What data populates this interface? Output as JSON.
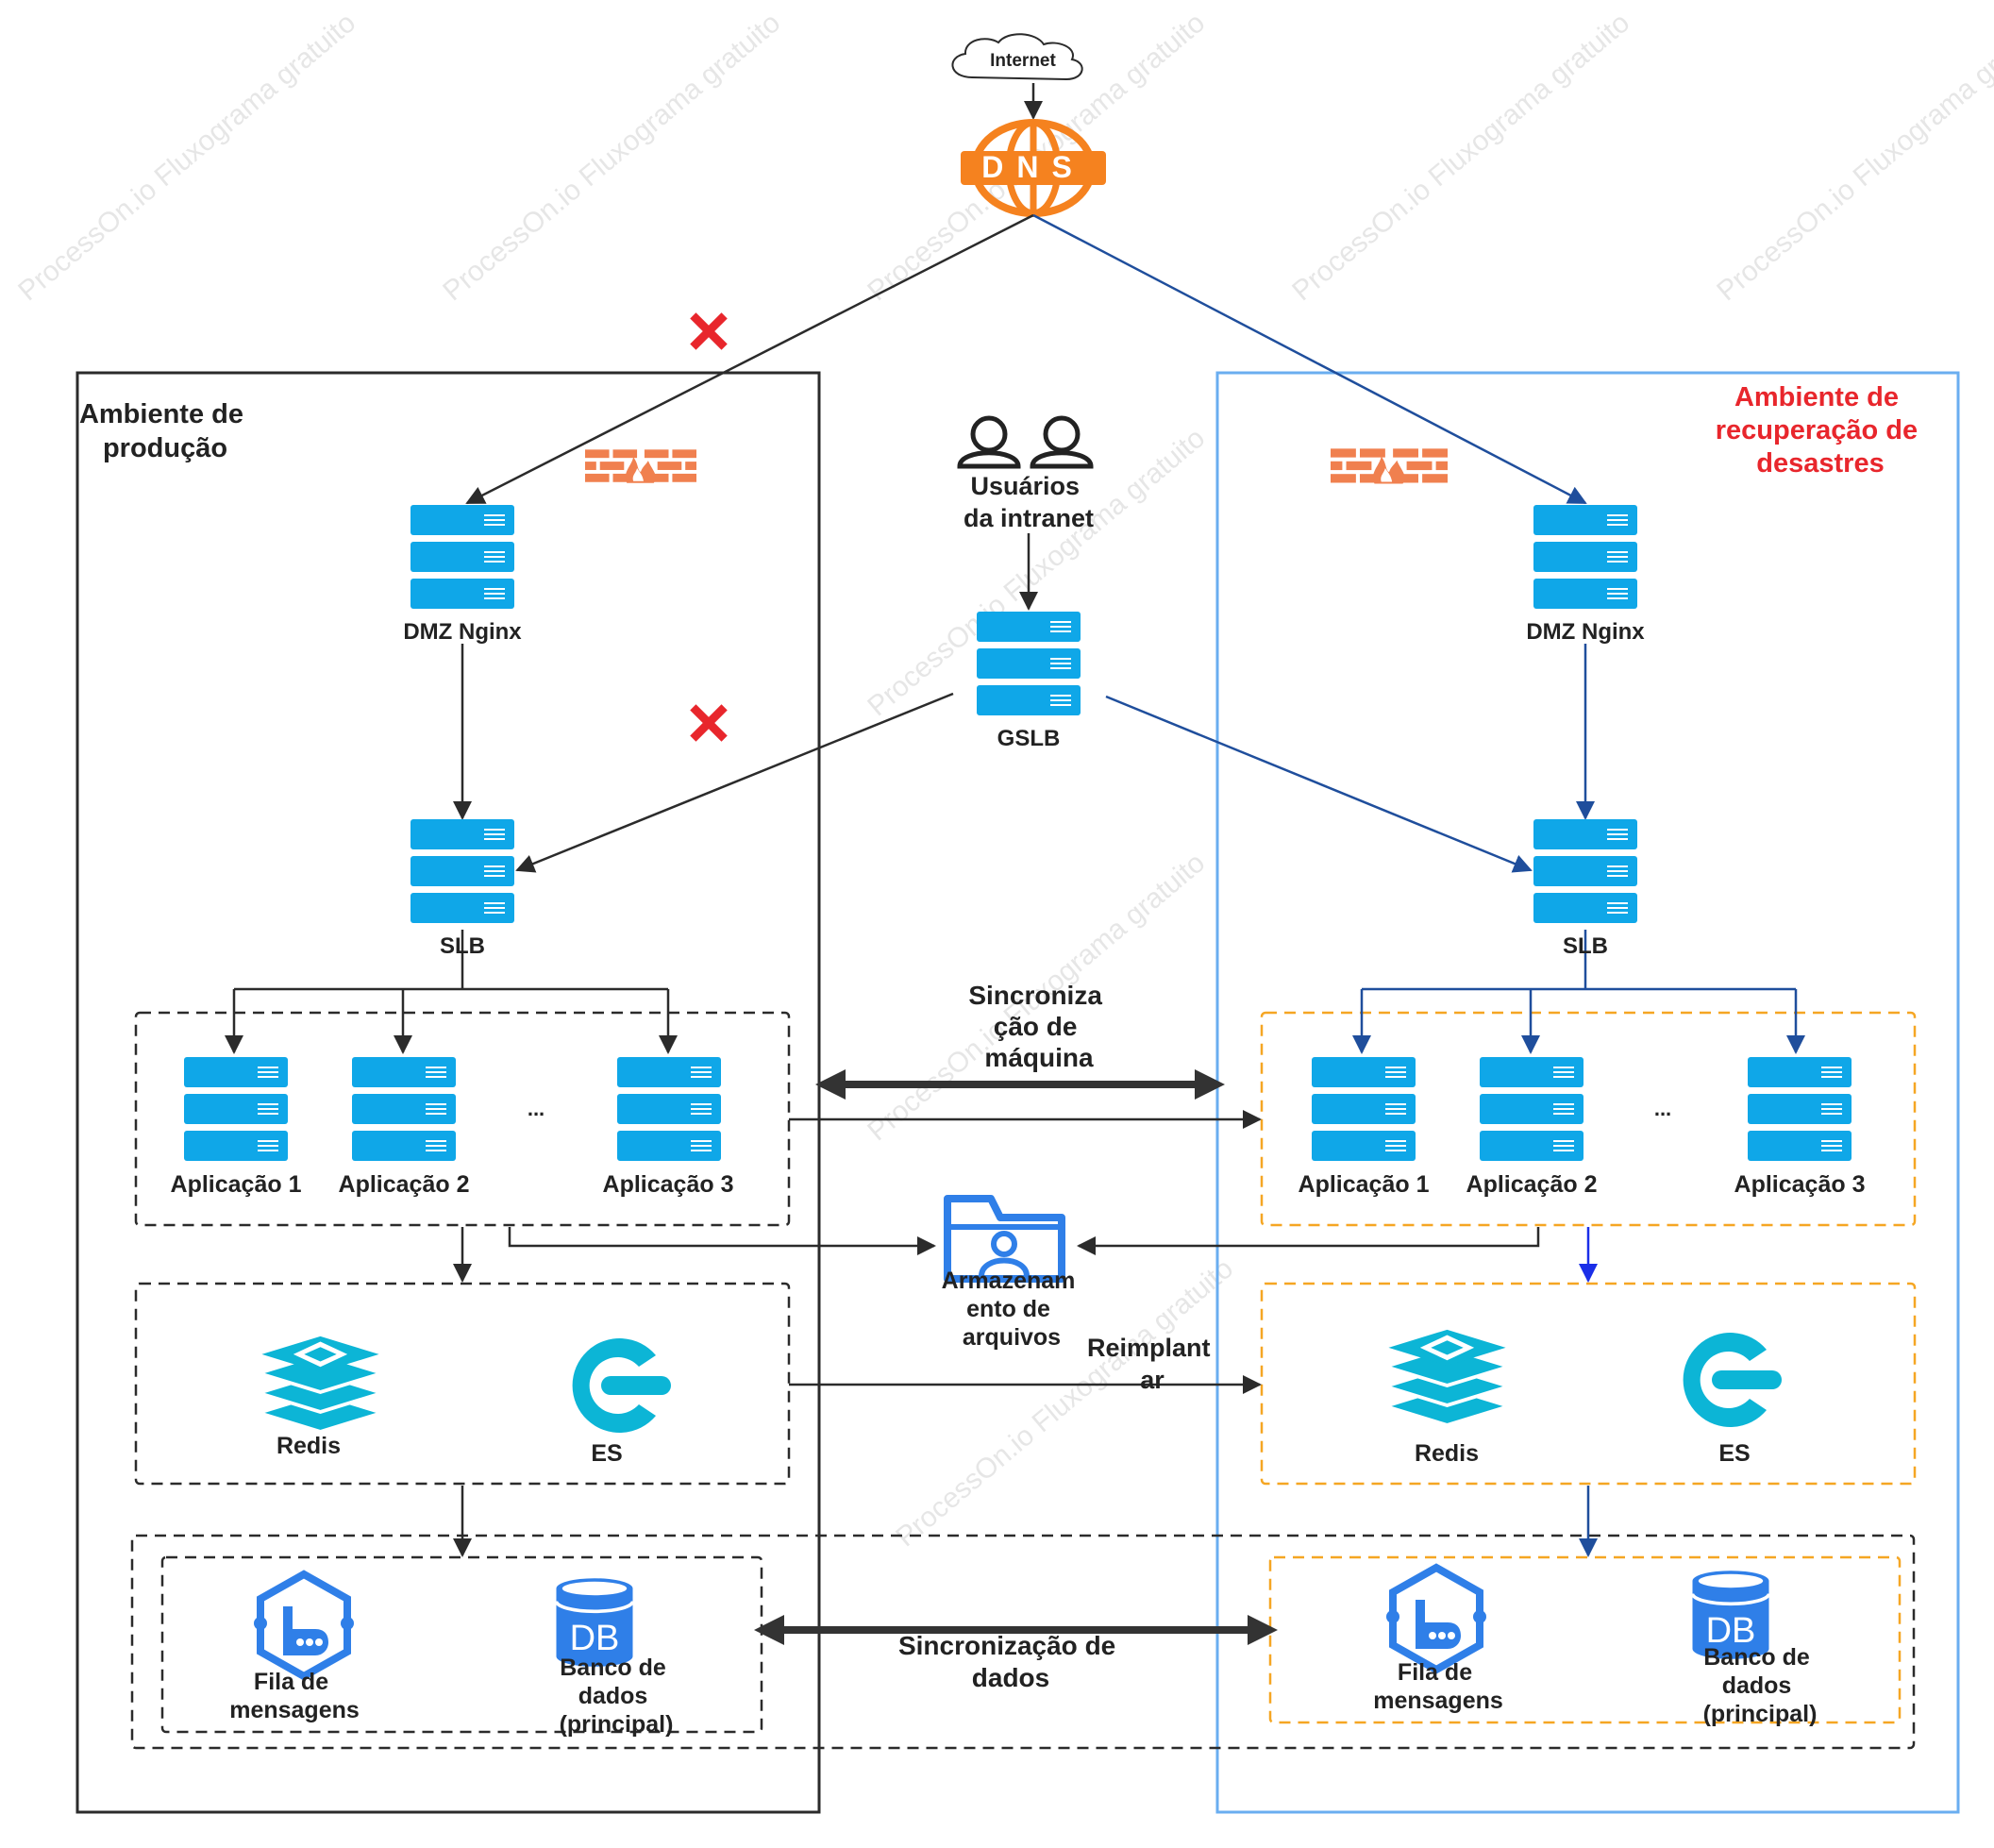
{
  "watermark": "ProcessOn.io Fluxograma gratuito",
  "colors": {
    "server_blue": "#0fa7e8",
    "prod_line": "#2b2b2b",
    "dr_line": "#1f4e9c",
    "dr_box": "#6aaef0",
    "dr_dashed": "#f5a623",
    "alert_red": "#e8262c",
    "dns_orange": "#f5821f",
    "firewall_orange": "#f0804f"
  },
  "top": {
    "internet": "Internet",
    "dns": "DNS",
    "intranet_users": [
      "Usuários",
      "da intranet"
    ],
    "gslb": "GSLB"
  },
  "production": {
    "title": [
      "Ambiente de",
      "produção"
    ],
    "dmz": "DMZ Nginx",
    "slb": "SLB",
    "apps": [
      "Aplicação 1",
      "Aplicação 2",
      "Aplicação 3"
    ],
    "ellipsis": "...",
    "redis": "Redis",
    "es": "ES",
    "mq": [
      "Fila de",
      "mensagens"
    ],
    "db": [
      "Banco de",
      "dados",
      "(principal)"
    ],
    "db_icon": "DB"
  },
  "disaster_recovery": {
    "title": [
      "Ambiente de",
      "recuperação de",
      "desastres"
    ],
    "dmz": "DMZ Nginx",
    "slb": "SLB",
    "apps": [
      "Aplicação 1",
      "Aplicação 2",
      "Aplicação 3"
    ],
    "ellipsis": "...",
    "redis": "Redis",
    "es": "ES",
    "mq": [
      "Fila de",
      "mensagens"
    ],
    "db": [
      "Banco de",
      "dados",
      "(principal)"
    ],
    "db_icon": "DB"
  },
  "middle": {
    "machine_sync": [
      "Sincroniza",
      "ção de",
      "máquina"
    ],
    "file_storage": [
      "Armazenam",
      "ento de",
      "arquivos"
    ],
    "redeploy": [
      "Reimplant",
      "ar"
    ],
    "data_sync": [
      "Sincronização de",
      "dados"
    ]
  },
  "icons": [
    "cloud-icon",
    "dns-globe-icon",
    "firewall-icon",
    "users-icon",
    "server-icon",
    "failure-x-icon",
    "redis-icon",
    "elasticsearch-icon",
    "folder-storage-icon",
    "message-queue-icon",
    "database-icon"
  ]
}
